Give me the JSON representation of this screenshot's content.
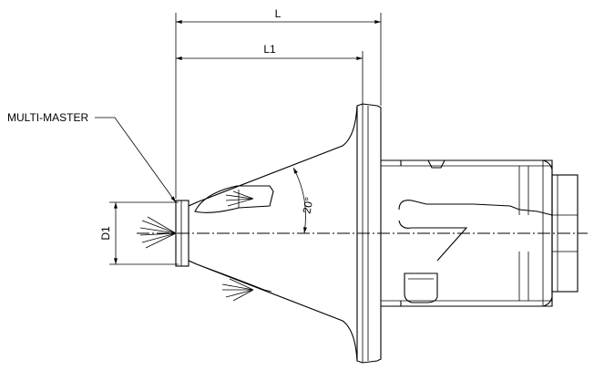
{
  "labels": {
    "overall_length": "L",
    "length_1": "L1",
    "diameter_1": "D1",
    "angle": "20°",
    "callout": "MULTI-MASTER"
  }
}
